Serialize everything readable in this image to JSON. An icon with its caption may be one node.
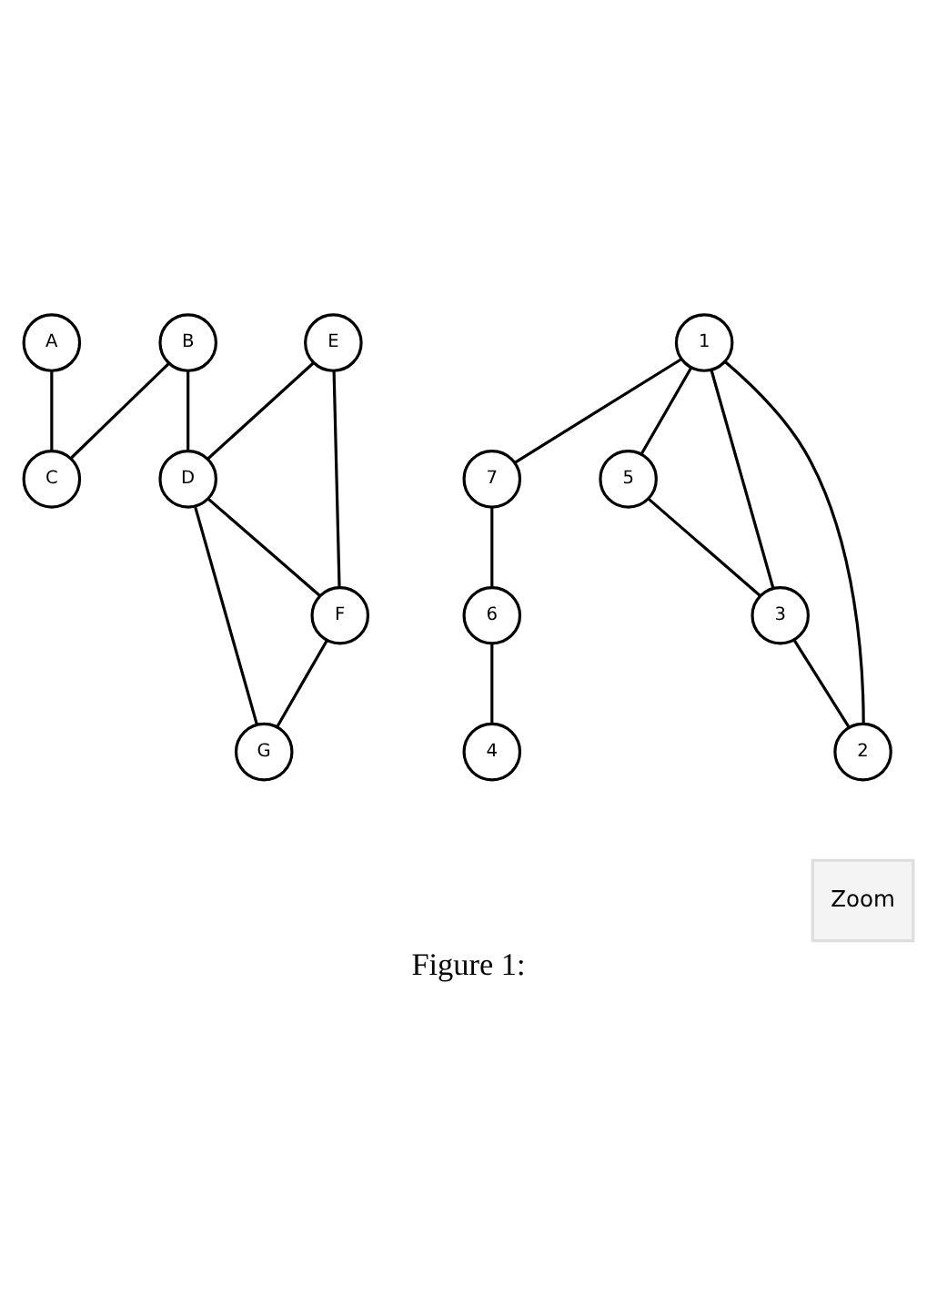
{
  "diagram": {
    "caption": "Figure 1:",
    "nodes": [
      {
        "text": [
          "B"
        ]
      },
      {
        "text": [
          "E"
        ]
      },
      {
        "text": [
          "A"
        ]
      },
      {
        "text": [
          "C"
        ]
      },
      {
        "text": [
          "D"
        ]
      },
      {
        "text": [
          "F"
        ]
      },
      {
        "text": [
          "G"
        ]
      },
      {
        "text": [
          "1"
        ]
      },
      {
        "text": [
          "7"
        ]
      },
      {
        "text": [
          "5"
        ]
      },
      {
        "text": [
          "3"
        ]
      },
      {
        "text": [
          "6"
        ]
      },
      {
        "text": [
          "4"
        ]
      },
      {
        "text": [
          "2"
        ]
      }
    ],
    "edges": [
      {
        "from": 0,
        "to": 3,
        "arrow": "none"
      },
      {
        "from": 2,
        "to": 3,
        "arrow": "none"
      },
      {
        "from": 0,
        "to": 4,
        "arrow": "none"
      },
      {
        "from": 1,
        "to": 4,
        "arrow": "none"
      },
      {
        "from": 1,
        "to": 5,
        "arrow": "none"
      },
      {
        "from": 4,
        "to": 5,
        "arrow": "none"
      },
      {
        "from": 4,
        "to": 6,
        "arrow": "none"
      },
      {
        "from": 5,
        "to": 6,
        "arrow": "none"
      },
      {
        "from": 7,
        "to": 8,
        "arrow": "none"
      },
      {
        "from": 7,
        "to": 9,
        "arrow": "none"
      },
      {
        "from": 9,
        "to": 10,
        "arrow": "none"
      },
      {
        "from": 7,
        "to": 10,
        "arrow": "none"
      },
      {
        "from": 10,
        "to": 13,
        "arrow": "none"
      },
      {
        "from": 7,
        "to": 13,
        "arrow": "none"
      },
      {
        "from": 8,
        "to": 11,
        "arrow": "none"
      },
      {
        "from": 11,
        "to": 12,
        "arrow": "none"
      }
    ],
    "labels": [
      "Zoom"
    ]
  }
}
